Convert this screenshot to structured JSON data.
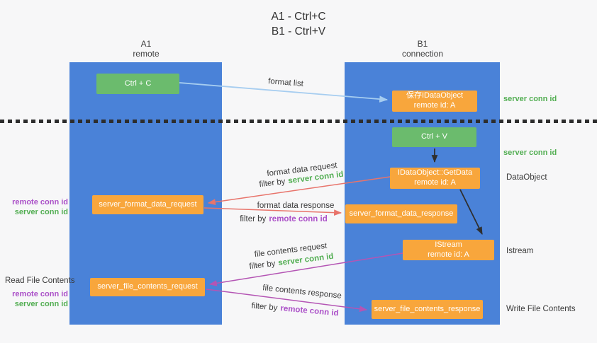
{
  "title": {
    "line1": "A1 - Ctrl+C",
    "line2": "B1 - Ctrl+V"
  },
  "lanes": {
    "left": {
      "name": "A1",
      "role": "remote"
    },
    "right": {
      "name": "B1",
      "role": "connection"
    }
  },
  "boxes": {
    "ctrl_c": {
      "label": "Ctrl + C"
    },
    "save_dataobject": {
      "line1": "保存IDataObject",
      "line2": "remote id: A"
    },
    "ctrl_v": {
      "label": "Ctrl + V"
    },
    "getdata": {
      "line1": "IDataObject::GetData",
      "line2": "remote id: A"
    },
    "format_request": {
      "label": "server_format_data_request"
    },
    "format_response": {
      "label": "server_format_data_response"
    },
    "istream": {
      "line1": "IStream",
      "line2": "remote id: A"
    },
    "file_request": {
      "label": "server_file_contents_request"
    },
    "file_response": {
      "label": "server_file_contents_response"
    }
  },
  "flow_labels": {
    "format_list": "format list",
    "format_data_request": "format data request",
    "format_data_response": "format data response",
    "file_contents_request": "file contents request",
    "file_contents_response": "file contents response",
    "filter_by": "filter by",
    "server_conn_id": "server conn id",
    "remote_conn_id": "remote conn id"
  },
  "side_labels": {
    "server_conn_id": "server conn id",
    "remote_conn_id": "remote conn id",
    "data_object": "DataObject",
    "istream": "Istream",
    "read_file_contents": "Read File Contents",
    "write_file_contents": "Write File Contents"
  },
  "colors": {
    "lane_blue": "#4a82d8",
    "box_green": "#6bbb6d",
    "box_orange": "#f8a63c",
    "text_green": "#52ae52",
    "text_purple": "#ab50c8",
    "arrow_blue": "#a6cdf0",
    "arrow_salmon": "#e8746b",
    "arrow_magenta": "#b455b4",
    "arrow_black": "#2f2f2f"
  }
}
